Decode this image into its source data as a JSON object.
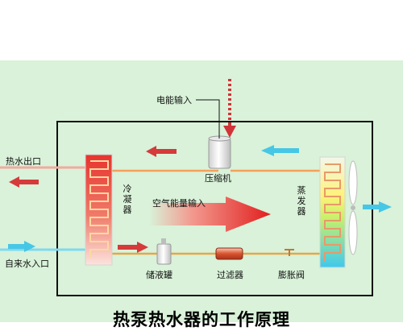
{
  "title": "热泵热水器的工作原理",
  "labels": {
    "power_input": "电能输入",
    "hot_water_outlet": "热水出口",
    "cold_water_inlet": "自来水入口",
    "compressor": "压缩机",
    "condenser": "冷凝器",
    "evaporator": "蒸发器",
    "air_energy_input": "空气能量输入",
    "receiver_tank": "储液罐",
    "filter": "过滤器",
    "expansion_valve": "膨胀阀"
  },
  "colors": {
    "background": "#d9f2d9",
    "hot": "#e52b2b",
    "cold": "#46c7e6",
    "pipe_hot": "#f5a05a",
    "pipe_cold": "#7fd9ef"
  }
}
